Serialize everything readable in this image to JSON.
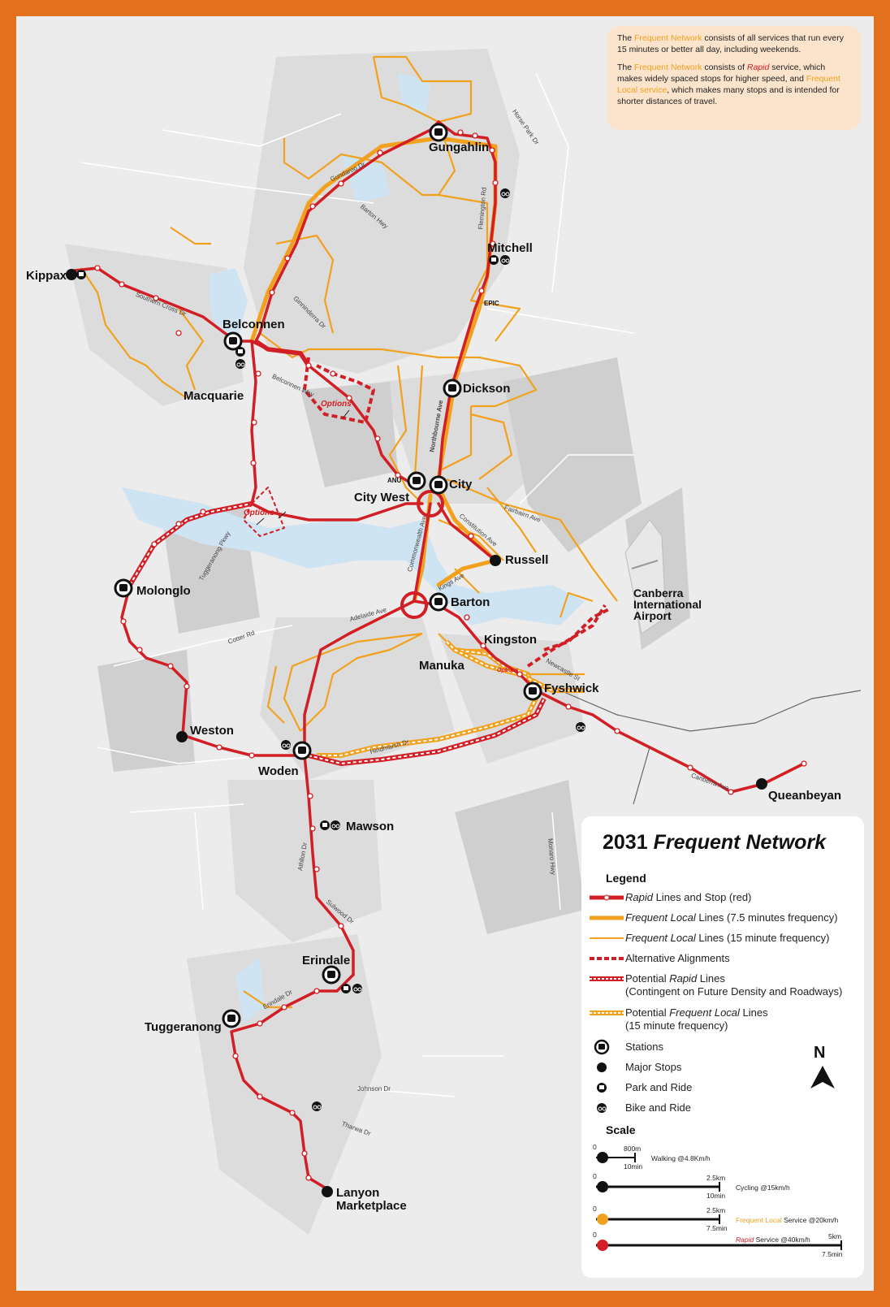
{
  "info": {
    "p1_a": "The ",
    "p1_b": "Frequent Network",
    "p1_c": " consists of all services that run every 15 minutes or better all day, including weekends.",
    "p2_a": "The ",
    "p2_b": "Frequent Network",
    "p2_c": " consists of ",
    "p2_d": "Rapid",
    "p2_e": " service, which makes widely spaced stops for higher speed, and ",
    "p2_f": "Frequent Local service",
    "p2_g": ", which makes many stops and is intended for shorter distances of travel."
  },
  "places": {
    "gungahlin": "Gungahlin",
    "mitchell": "Mitchell",
    "epic": "EPIC",
    "kippax": "Kippax",
    "belconnen": "Belconnen",
    "macquarie": "Macquarie",
    "options1": "Options",
    "options2": "Options",
    "options3": "Options",
    "dickson": "Dickson",
    "anu": "ANU",
    "city": "City",
    "city_west": "City West",
    "russell": "Russell",
    "molonglo": "Molonglo",
    "barton": "Barton",
    "airport1": "Canberra",
    "airport2": "International",
    "airport3": "Airport",
    "kingston": "Kingston",
    "manuka": "Manuka",
    "fyshwick": "Fyshwick",
    "weston": "Weston",
    "woden": "Woden",
    "queanbeyan": "Queanbeyan",
    "mawson": "Mawson",
    "erindale": "Erindale",
    "tuggeranong": "Tuggeranong",
    "lanyon1": "Lanyon",
    "lanyon2": "Marketplace"
  },
  "roads": [
    {
      "id": "r-gundaroo",
      "text": "Gundaroo Dr"
    },
    {
      "id": "r-barton",
      "text": "Barton Hwy"
    },
    {
      "id": "r-northbourne",
      "text": "Northbourne Ave"
    },
    {
      "id": "r-belconnen-way",
      "text": "Belconnen Way"
    },
    {
      "id": "r-southern-cross",
      "text": "Southern Cross Dr"
    },
    {
      "id": "r-ginninderra",
      "text": "Ginninderra Dr"
    },
    {
      "id": "r-constitution",
      "text": "Constitution Ave"
    },
    {
      "id": "r-commonwealth",
      "text": "Commonwealth Ave"
    },
    {
      "id": "r-kings",
      "text": "Kings Ave"
    },
    {
      "id": "r-adelaide",
      "text": "Adelaide Ave"
    },
    {
      "id": "r-cotter",
      "text": "Cotter Rd"
    },
    {
      "id": "r-hindmarsh",
      "text": "Hindmarsh Dr"
    },
    {
      "id": "r-athllon",
      "text": "Athllon Dr"
    },
    {
      "id": "r-sulwood",
      "text": "Sulwood Dr"
    },
    {
      "id": "r-erindale-dr",
      "text": "Erindale Dr"
    },
    {
      "id": "r-johnson",
      "text": "Johnson Dr"
    },
    {
      "id": "r-tharwa",
      "text": "Tharwa Dr"
    },
    {
      "id": "r-flemington",
      "text": "Flemington Rd"
    },
    {
      "id": "r-monaro",
      "text": "Monaro Hwy"
    },
    {
      "id": "r-canberra-ave",
      "text": "Canberra Ave"
    },
    {
      "id": "r-fairbairn",
      "text": "Fairbairn Ave"
    },
    {
      "id": "r-tuggeranong-pkwy",
      "text": "Tuggeranong Pkwy"
    },
    {
      "id": "r-horse-park",
      "text": "Horse Park Dr"
    },
    {
      "id": "r-newcastle",
      "text": "Newcastle St"
    }
  ],
  "legend": {
    "title_a": "2031 ",
    "title_b": "Frequent Network",
    "heading": "Legend",
    "items": [
      {
        "a": "",
        "b": "Rapid",
        "c": " Lines and Stop (red)"
      },
      {
        "a": "",
        "b": "Frequent Local",
        "c": " Lines (7.5 minutes frequency)"
      },
      {
        "a": "",
        "b": "Frequent Local",
        "c": " Lines (15 minute frequency)"
      },
      {
        "a": "Alternative Alignments",
        "b": "",
        "c": ""
      },
      {
        "a": "Potential ",
        "b": "Rapid",
        "c": " Lines",
        "d": "(Contingent on Future Density and Roadways)"
      },
      {
        "a": "Potential ",
        "b": "Frequent Local",
        "c": " Lines",
        "d": "(15 minute frequency)"
      },
      {
        "a": "Stations",
        "b": "",
        "c": ""
      },
      {
        "a": "Major Stops",
        "b": "",
        "c": ""
      },
      {
        "a": "Park and Ride",
        "b": "",
        "c": ""
      },
      {
        "a": "Bike and Ride",
        "b": "",
        "c": ""
      }
    ],
    "north": "N",
    "scale_heading": "Scale",
    "scale": {
      "walk_zero": "0",
      "walk_dist": "800m",
      "walk_time": "10min",
      "walk_label": "Walking @4.8Km/h",
      "cycle_zero": "0",
      "cycle_dist": "2.5km",
      "cycle_time": "10min",
      "cycle_label": "Cycling @15km/h",
      "local_zero": "0",
      "local_dist": "2.5km",
      "local_time": "7.5min",
      "local_label_a": "Frequent Local",
      "local_label_b": " Service @20km/h",
      "rapid_zero": "0",
      "rapid_dist": "5km",
      "rapid_time": "7.5min",
      "rapid_label_a": "Rapid",
      "rapid_label_b": " Service @40km/h"
    }
  },
  "colors": {
    "frame": "#e2701c",
    "rapid": "#d11f25",
    "local": "#f2a11e",
    "water": "#cfe4f3",
    "urban": "#dadada",
    "background": "#ececec"
  }
}
